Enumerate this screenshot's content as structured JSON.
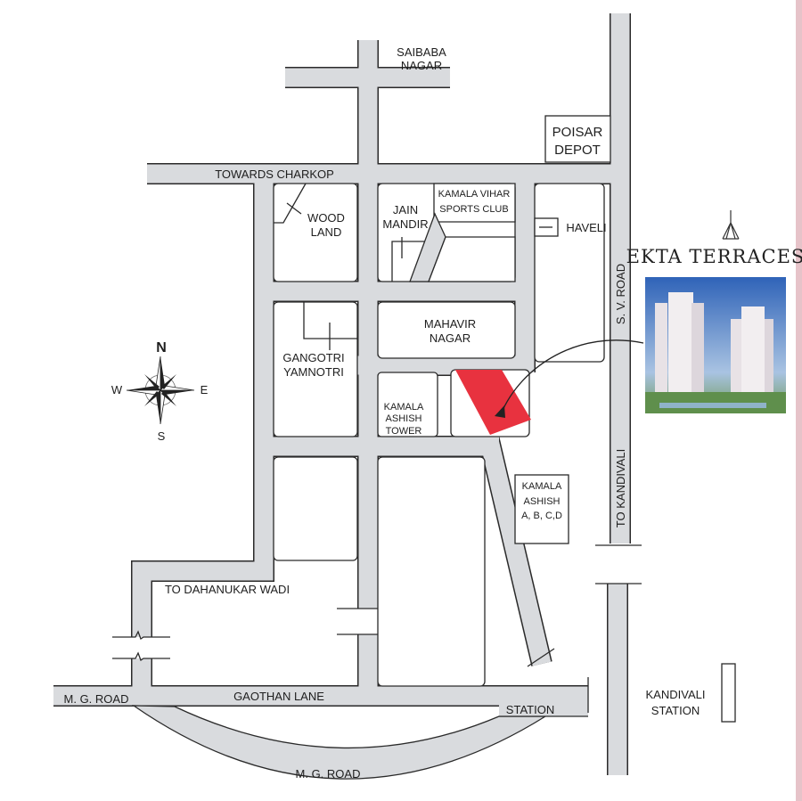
{
  "map": {
    "labels": {
      "saibaba_1": "SAIBABA",
      "saibaba_2": "NAGAR",
      "poisar_1": "POISAR",
      "poisar_2": "DEPOT",
      "charkop": "TOWARDS CHARKOP",
      "wood_1": "WOOD",
      "wood_2": "LAND",
      "jain_1": "JAIN",
      "jain_2": "MANDIR",
      "kv_1": "KAMALA VIHAR",
      "kv_2": "SPORTS CLUB",
      "haveli": "HAVELI",
      "sv_road": "S. V. ROAD",
      "mahavir_1": "MAHAVIR",
      "mahavir_2": "NAGAR",
      "gangotri_1": "GANGOTRI",
      "gangotri_2": "YAMNOTRI",
      "kat_1": "KAMALA",
      "kat_2": "ASHISH",
      "kat_3": "TOWER",
      "ka_1": "KAMALA",
      "ka_2": "ASHISH",
      "ka_3": "A, B, C,D",
      "to_kandivali": "TO KANDIVALI",
      "dahanukar": "TO DAHANUKAR WADI",
      "mg_road_left": "M. G. ROAD",
      "gaothan": "GAOTHAN LANE",
      "station": "STATION",
      "mg_road_bottom": "M. G. ROAD",
      "kandivali_1": "KANDIVALI",
      "kandivali_2": "STATION"
    },
    "compass": {
      "n": "N",
      "s": "S",
      "e": "E",
      "w": "W"
    },
    "project": {
      "logo_text": "EKTA TERRACES"
    },
    "colors": {
      "site": "#e8323f",
      "road": "#d9dbde",
      "outline": "#2a2a2a",
      "edge_strip": "#e6c3c9"
    }
  }
}
